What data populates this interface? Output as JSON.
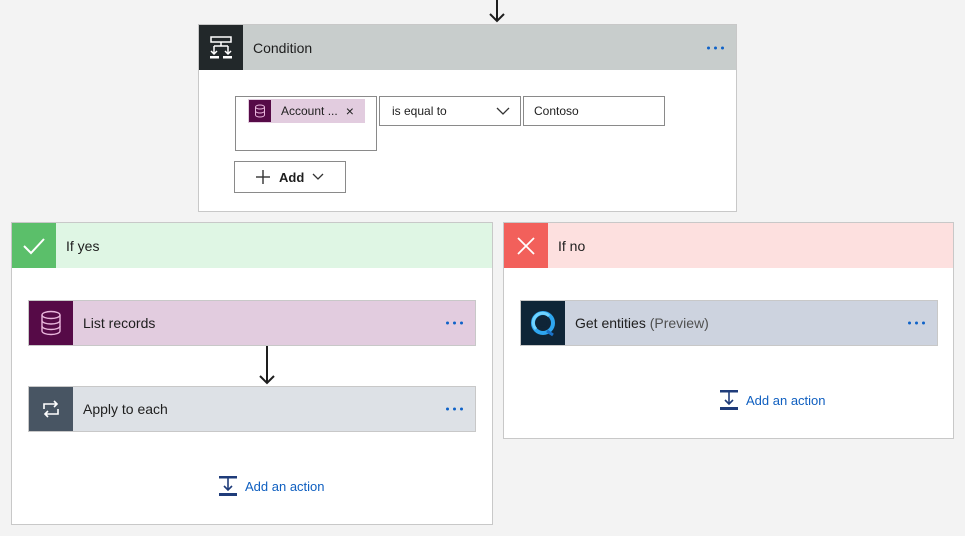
{
  "condition": {
    "title": "Condition",
    "token_label": "Account ...",
    "token_remove": "×",
    "operator": "is equal to",
    "value": "Contoso",
    "add_label": "Add"
  },
  "yes_branch": {
    "title": "If yes",
    "list_records": "List records",
    "apply_to_each": "Apply to each",
    "add_action": "Add an action"
  },
  "no_branch": {
    "title": "If no",
    "get_entities": "Get entities",
    "get_entities_suffix": "(Preview)",
    "add_action": "Add an action"
  },
  "colors": {
    "condition_header": "#c8cdcc",
    "condition_icon": "#22282a",
    "yes_header": "#dff6e4",
    "yes_icon": "#5bbf6a",
    "no_header": "#fde0df",
    "no_icon": "#f2605b",
    "dataverse_header": "#e2ccdf",
    "dataverse_icon": "#560a47",
    "loop_header": "#dde1e6",
    "loop_icon": "#485563",
    "entities_header": "#cdd3df",
    "entities_icon": "#0f2537",
    "link": "#0f5fc0"
  }
}
